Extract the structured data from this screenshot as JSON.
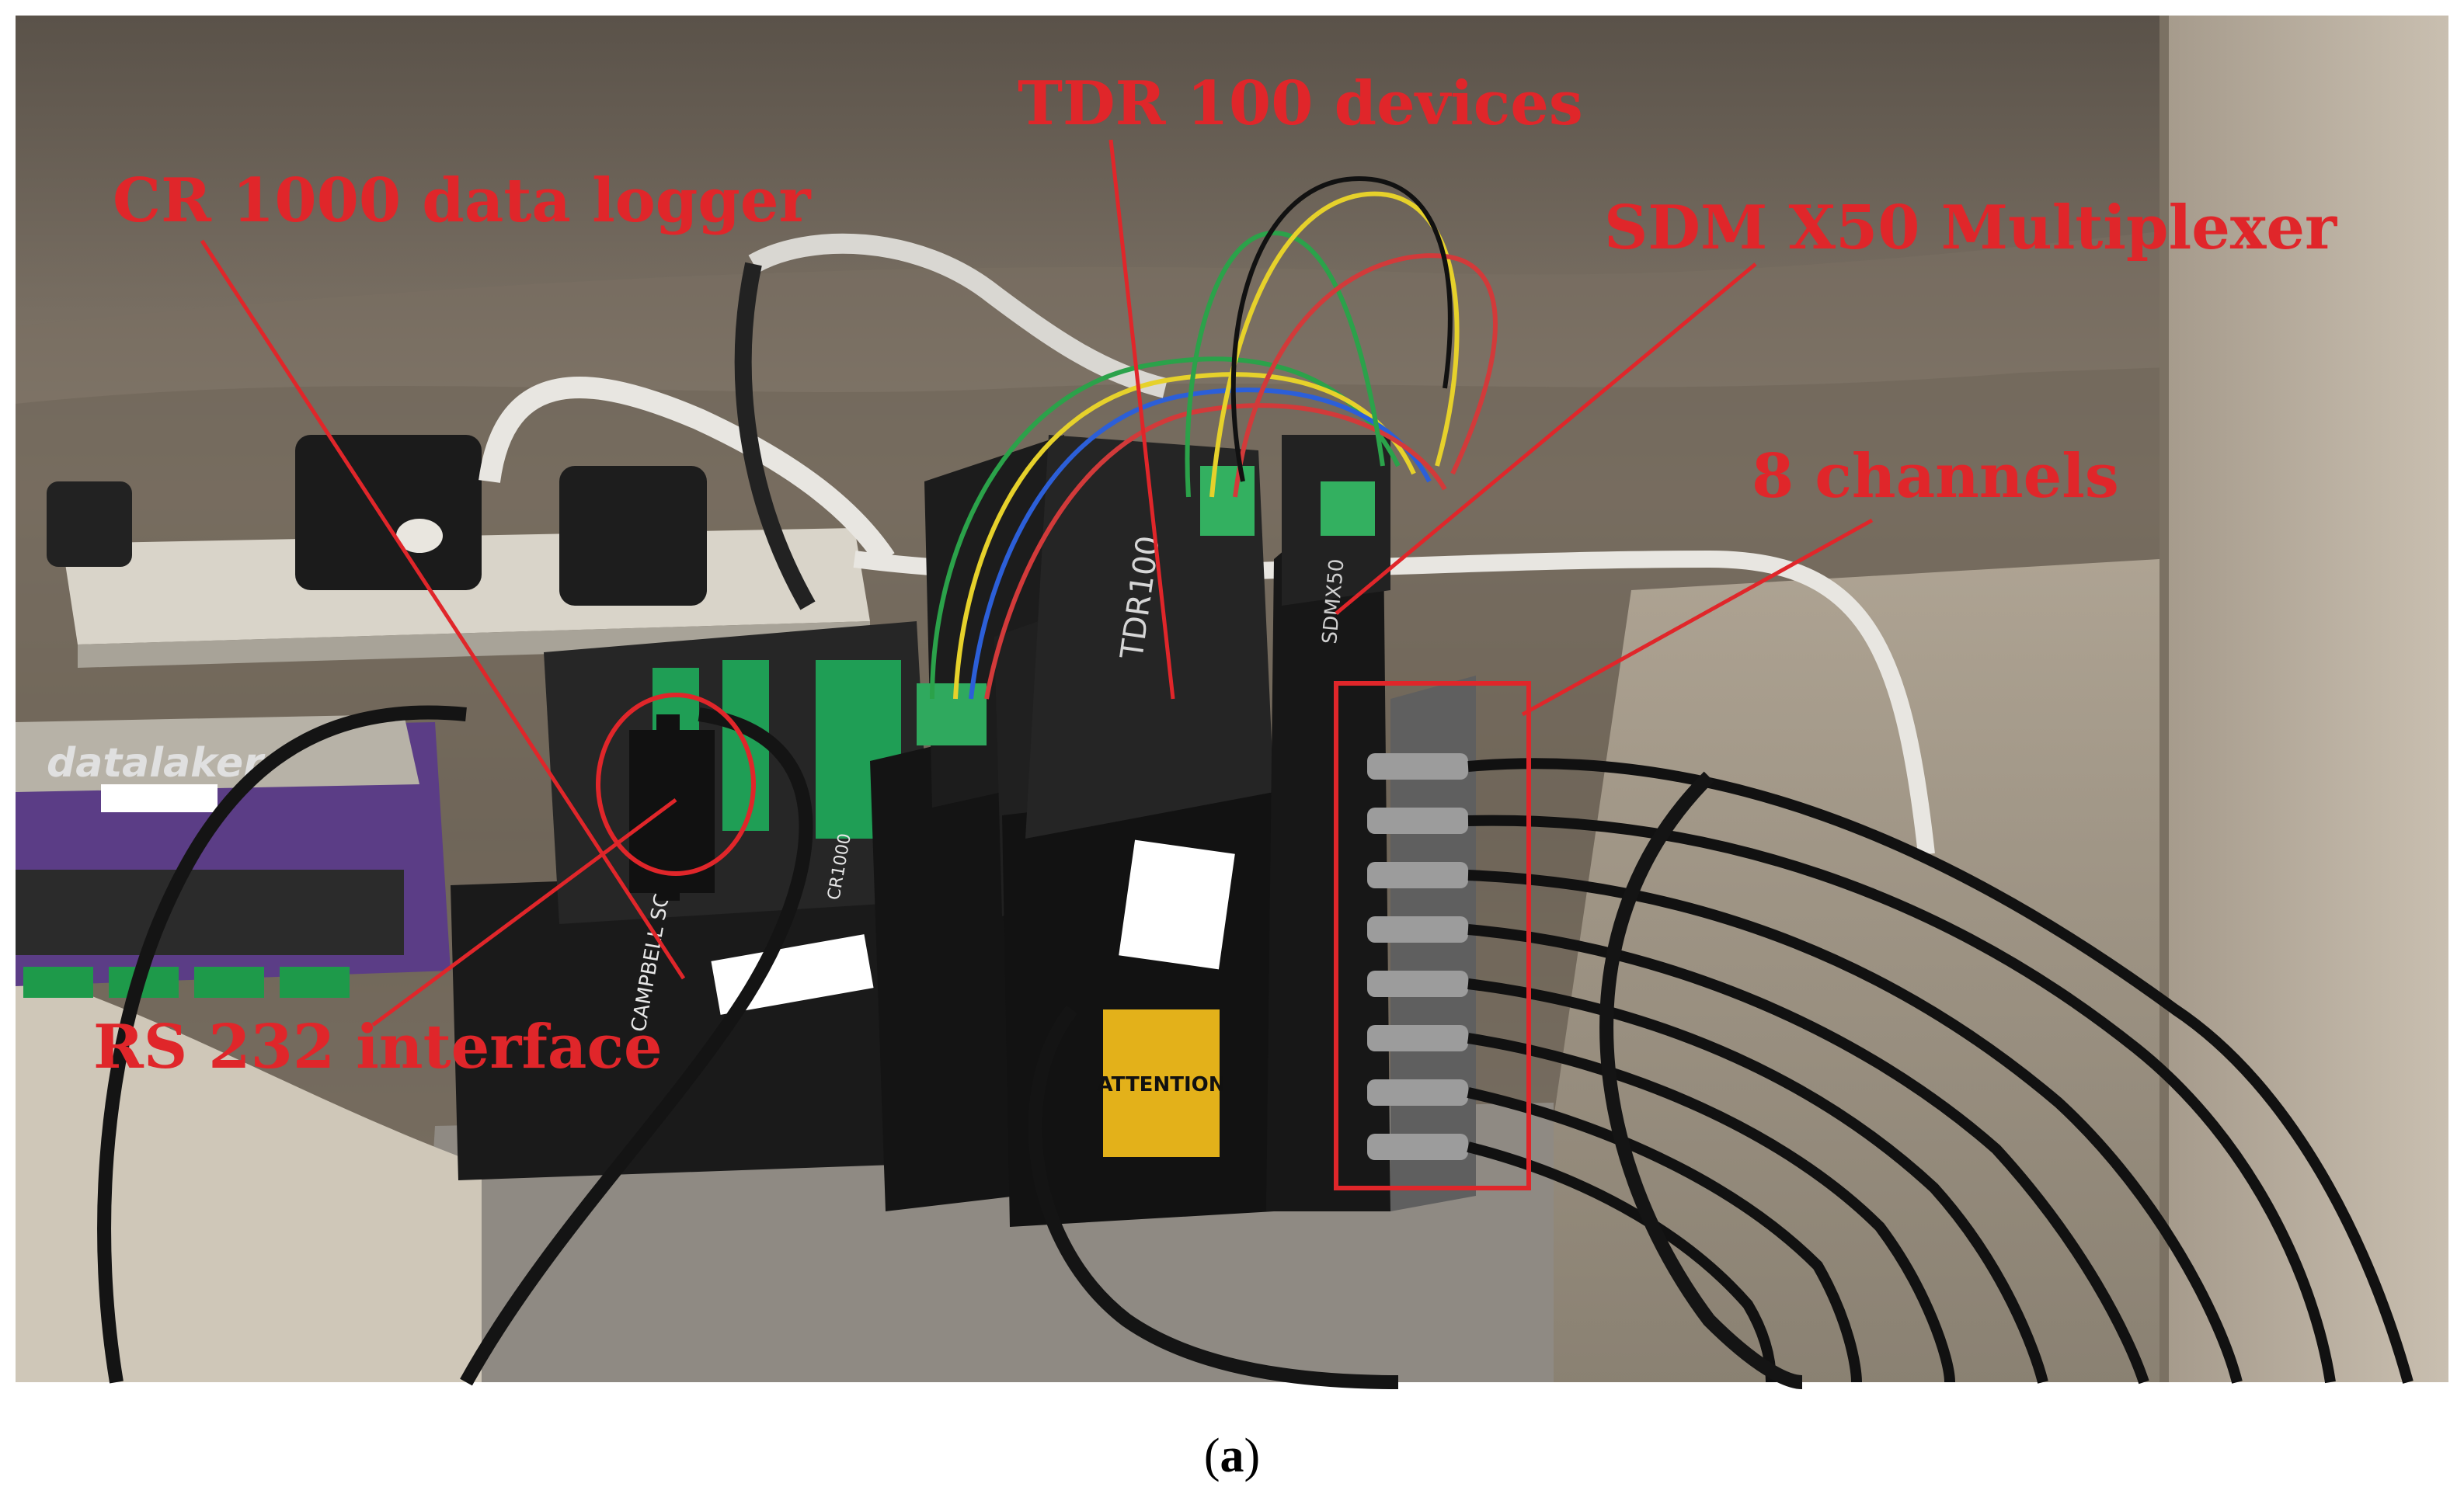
{
  "labels": {
    "data_logger": "CR 1000 data logger",
    "tdr": "TDR 100 devices",
    "multiplexer": "SDM X50 Multiplexer",
    "channels": "8 channels",
    "rs232": "RS 232 interface"
  },
  "device_text": {
    "datalogger_brand": "datalaker",
    "tdr_model": "TDR100",
    "attention": "ATTENTION",
    "campbell": "CAMPBELL SCIENTIFIC",
    "cr1000": "CR1000",
    "sdm": "SDMX50"
  },
  "caption": {
    "open": "(",
    "letter": "a",
    "close": ")"
  },
  "colors": {
    "annotation": "#e0262a",
    "background": "#ffffff"
  }
}
